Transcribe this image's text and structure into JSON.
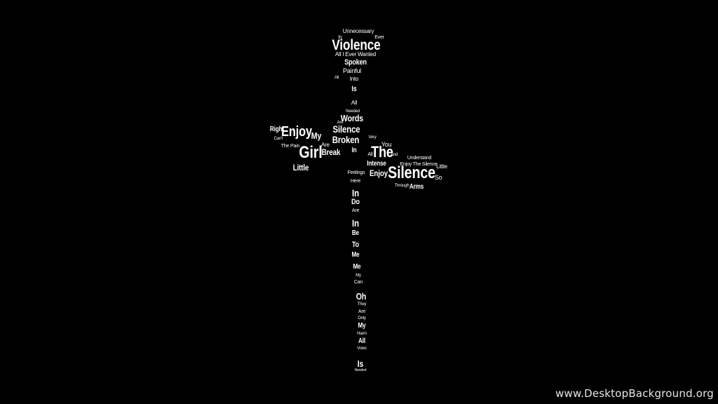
{
  "watermark": {
    "text": "www.DesktopBackground.org"
  },
  "colors": {
    "background": "#000000",
    "words": "#ffffff"
  },
  "word_cloud": {
    "bloom": {
      "unnecessary": "Unnecessary",
      "in_top": "In",
      "ever": "Ever",
      "violence": "Violence",
      "all_i_ever_wanted": "All I Ever Wanted",
      "spoken": "Spoken",
      "painful": "Painful",
      "all_bloom": "All",
      "into": "Into",
      "is": "Is",
      "all_stem": "All",
      "needed": "Needed",
      "are": "Are"
    },
    "center": {
      "words": "Words",
      "silence": "Silence",
      "broken": "Broken",
      "in": "In",
      "break": "Break",
      "feelings": "Feelings",
      "here": "Here"
    },
    "left_leaf": {
      "right": "Right",
      "enjoy": "Enjoy",
      "my": "My",
      "cant": "Can't",
      "the_pain": "The Pain",
      "are": "Are",
      "girl": "Girl",
      "little": "Little"
    },
    "right_leaf": {
      "very": "Very",
      "you": "You",
      "the": "The",
      "all": "All",
      "understand": "Understand",
      "intense": "Intense",
      "enjoy_the_silence": "Enjoy The Silence",
      "little": "Little",
      "enjoy": "Enjoy",
      "silence": "Silence",
      "so": "So",
      "through": "Through",
      "arms": "Arms",
      "and": "And"
    },
    "stem": {
      "in_1": "In",
      "do": "Do",
      "are_1": "Are",
      "in_2": "In",
      "be": "Be",
      "to": "To",
      "me_1": "Me",
      "me_2": "Me",
      "can": "Can",
      "my_1": "My",
      "oh": "Oh",
      "they": "They",
      "are_2": "Are",
      "only": "Only",
      "my_2": "My",
      "harm": "Harm",
      "all": "All",
      "vows": "Vows",
      "is": "Is",
      "needed": "Needed"
    }
  }
}
